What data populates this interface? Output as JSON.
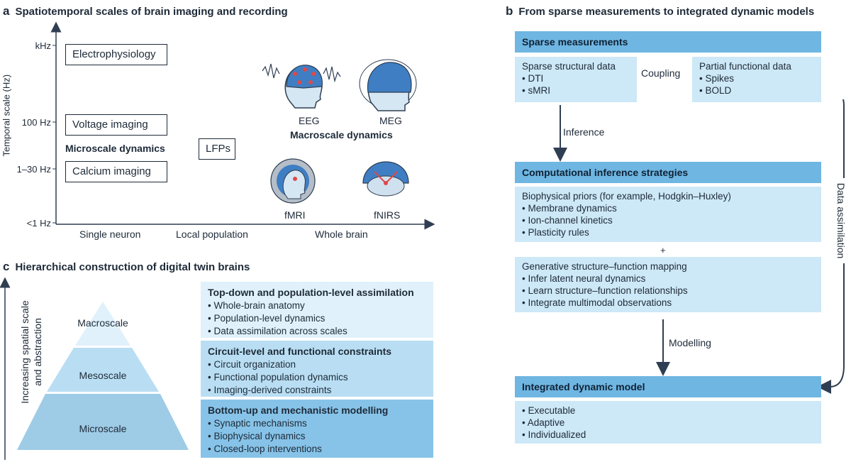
{
  "panel_a": {
    "letter": "a",
    "title": "Spatiotemporal scales of brain  imaging and recording",
    "y_axis_label": "Temporal scale (Hz)",
    "y_ticks": [
      "kHz",
      "100 Hz",
      "1–30 Hz",
      "<1 Hz"
    ],
    "x_ticks": [
      "Single neuron",
      "Local population",
      "Whole brain"
    ],
    "boxes": {
      "electrophysiology": "Electrophysiology",
      "voltage": "Voltage imaging",
      "calcium": "Calcium imaging",
      "lfps": "LFPs"
    },
    "micro_label": "Microscale dynamics",
    "macro_label": "Macroscale dynamics",
    "modalities": [
      "EEG",
      "MEG",
      "fMRI",
      "fNIRS"
    ]
  },
  "panel_b": {
    "letter": "b",
    "title": "From sparse measurements to integrated dynamic models",
    "sparse_header": "Sparse measurements",
    "structural_title": "Sparse structural data",
    "structural_items": [
      "DTI",
      "sMRI"
    ],
    "coupling": "Coupling",
    "functional_title": "Partial functional data",
    "functional_items": [
      "Spikes",
      "BOLD"
    ],
    "inference": "Inference",
    "comp_header": "Computational inference strategies",
    "priors_title": "Biophysical priors (for example, Hodgkin–Huxley)",
    "priors_items": [
      "Membrane dynamics",
      "Ion-channel kinetics",
      "Plasticity rules"
    ],
    "plus": "+",
    "gen_title": "Generative structure–function mapping",
    "gen_items": [
      "Infer latent neural dynamics",
      "Learn structure–function relationships",
      "Integrate multimodal observations"
    ],
    "modelling": "Modelling",
    "integrated_header": "Integrated dynamic model",
    "integrated_items": [
      "Executable",
      "Adaptive",
      "Individualized"
    ],
    "data_assimilation": "Data assimilation"
  },
  "panel_c": {
    "letter": "c",
    "title": "Hierarchical construction of digital twin brains",
    "y_axis_label_1": "Increasing spatial scale",
    "y_axis_label_2": "and abstraction",
    "levels": [
      "Macroscale",
      "Mesoscale",
      "Microscale"
    ],
    "boxes": [
      {
        "title": "Top-down and population-level assimilation",
        "items": [
          "Whole-brain anatomy",
          "Population-level dynamics",
          "Data assimilation across scales"
        ],
        "color": "#e0f1fb"
      },
      {
        "title": "Circuit-level and functional constraints",
        "items": [
          "Circuit organization",
          "Functional population dynamics",
          "Imaging-derived constraints"
        ],
        "color": "#b9def3"
      },
      {
        "title": "Bottom-up and mechanistic modelling",
        "items": [
          "Synaptic mechanisms",
          "Biophysical dynamics",
          "Closed-loop interventions"
        ],
        "color": "#87c3e8"
      }
    ]
  },
  "colors": {
    "header_blue": "#6fb6e2",
    "body_blue": "#cde8f7",
    "arrow": "#2f3e52",
    "ink": "#1e2a38"
  }
}
